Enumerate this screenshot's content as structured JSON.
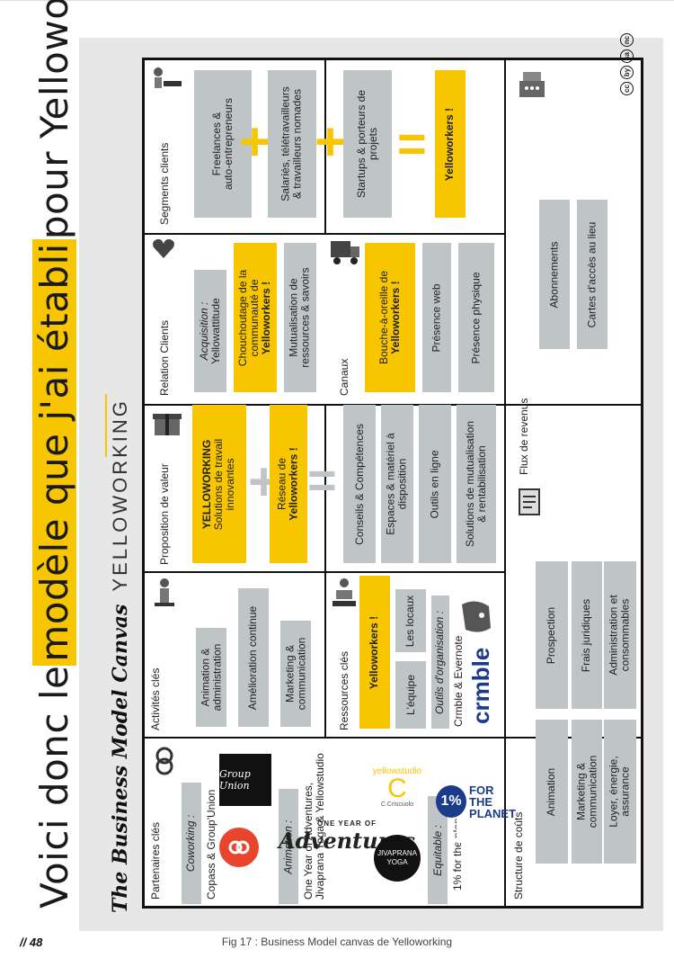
{
  "heading": {
    "part1": "Voici donc le ",
    "highlight1": "modèle que j'ai établi",
    "part2": " pour Yelloworking :"
  },
  "subtitle": {
    "canvas_label": "The Business Model Canvas",
    "brand": "YELLOWORKING"
  },
  "partenaires": {
    "title": "Partenaires clés",
    "coworking_label": "Coworking :",
    "coworking_text": "Copass & Group'Union",
    "animation_label": "Animation :",
    "animation_text1": "One Year of Adventures,",
    "animation_text2": "Jivaprana Yoga & Yellowstudio",
    "equitable_label": "Equitable :",
    "equitable_text": "1% for the planet",
    "logo_groupunion": "Group Union",
    "logo_oya1": "ONE YEAR OF",
    "logo_oya2": "Adventures",
    "logo_jiva1": "JIVAPRANA",
    "logo_jiva2": "YOGA",
    "logo_yellowstudio": "yellowstudio",
    "logo_criscuolo": "C.Criscuolo",
    "logo_onepct": "1%",
    "logo_ftp1": "FOR THE",
    "logo_ftp2": "PLANET"
  },
  "activites": {
    "title": "Activités clés",
    "items": [
      "Animation &",
      "administration",
      "Amélioration continue",
      "Marketing &",
      "communication"
    ]
  },
  "ressources": {
    "title": "Ressources clés",
    "yellow": "Yelloworkers !",
    "equipe": "L'équipe",
    "locaux": "Les locaux",
    "outils_label": "Outils d'organisation :",
    "outils_text": "Crmble & Evernote",
    "crmble": "crmble"
  },
  "proposition": {
    "title": "Proposition de valeur",
    "y1_bold": "YELLOWORKING",
    "y1_a": "Solutions de travail",
    "y1_b": "innovantes",
    "y2_a": "Réseau de",
    "y2_b": "Yelloworkers !",
    "g1": "Conseils & Compétences",
    "g2a": "Espaces & matériel à",
    "g2b": "disposition",
    "g3": "Outils en ligne",
    "g4a": "Solutions de mutualisation",
    "g4b": "& rentabilisation"
  },
  "relation": {
    "title": "Relation Clients",
    "acq_label": "Acquisition :",
    "acq_text": "Yellowattitude",
    "y_a": "Chouchoutage de la",
    "y_b": "communauté de",
    "y_c": "Yelloworkers !",
    "g_a": "Mutualisation de",
    "g_b": "ressources & savoirs"
  },
  "canaux": {
    "title": "Canaux",
    "y_a": "Bouche-à-oreille de",
    "y_b": "Yelloworkers !",
    "g1": "Présence web",
    "g2": "Présence physique"
  },
  "segments": {
    "title": "Segments clients",
    "s1a": "Freelances &",
    "s1b": "auto-entrepreneurs",
    "s2a": "Salariés, télétravailleurs",
    "s2b": "& travailleurs nomades",
    "s3a": "Startups & porteurs de",
    "s3b": "projets",
    "result": "Yelloworkers !"
  },
  "couts": {
    "title": "Structure de coûts",
    "items": [
      "Animation",
      "Marketing &",
      "communication",
      "Loyer, énergie,",
      "assurance",
      "Prospection",
      "Frais juridiques",
      "Administration et",
      "consommables"
    ]
  },
  "revenus": {
    "title": "Flux de revenus",
    "items": [
      "Abonnements",
      "Cartes d'accès au lieu"
    ]
  },
  "license_icons": [
    "cc",
    "by",
    "sa",
    "nc"
  ],
  "page_number": "// 48",
  "caption": "Fig 17 : Business Model canvas de Yelloworking",
  "colors": {
    "yellow": "#f7c600",
    "grey_box": "#bfc5c6",
    "panel": "#e7e7e7"
  }
}
